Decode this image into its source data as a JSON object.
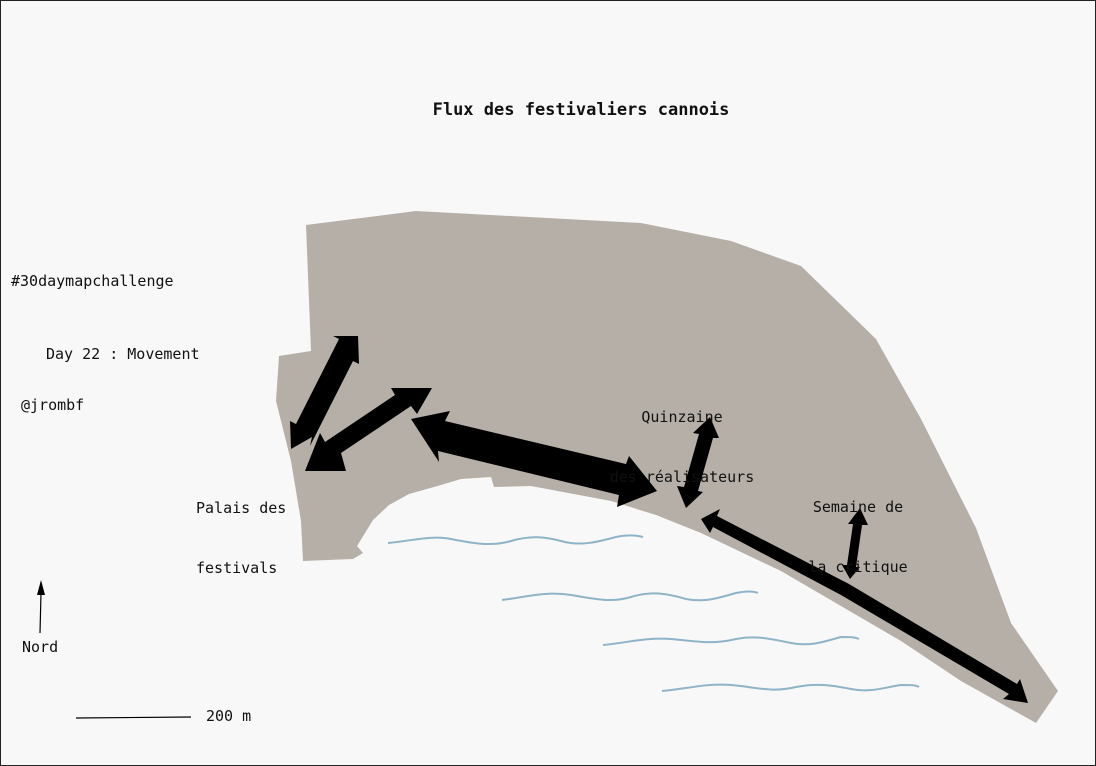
{
  "title": "Flux des festivaliers cannois",
  "hashtag": "#30daymapchallenge",
  "day": "Day 22 : Movement",
  "author": "@jrombf",
  "north_label": "Nord",
  "scale_label": "200 m",
  "places": {
    "palais": [
      "Palais des",
      "festivals"
    ],
    "quinzaine": [
      "Quinzaine",
      "des réalisateurs"
    ],
    "semaine": [
      "Semaine de",
      "la critique"
    ]
  },
  "colors": {
    "land": "#b6afa8",
    "sea_waves": "#8fb4c8",
    "arrows": "#000000",
    "background": "#f8f8f8"
  }
}
